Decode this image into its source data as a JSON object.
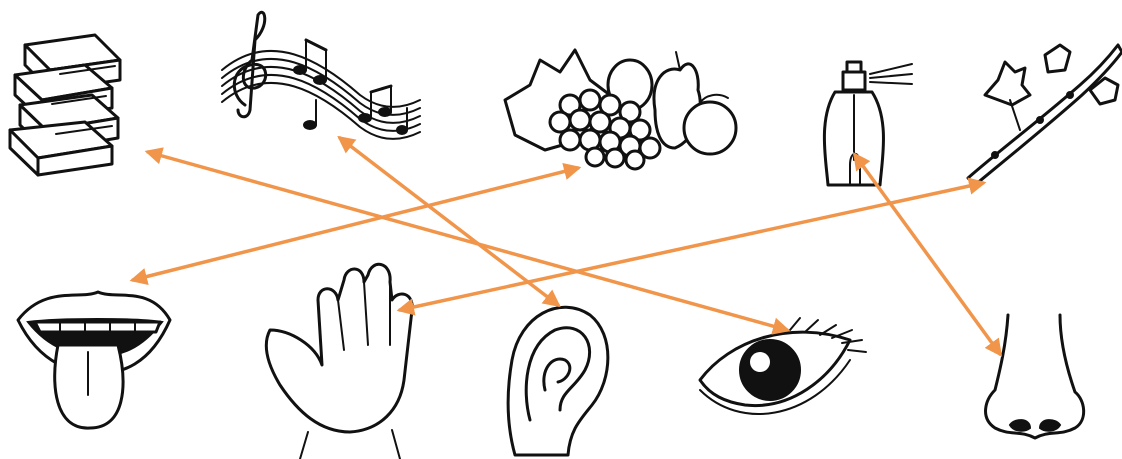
{
  "arrow_color": "#F0954A",
  "pictures": [
    {
      "id": "books",
      "icon": "books-icon"
    },
    {
      "id": "music",
      "icon": "music-notes-icon"
    },
    {
      "id": "fruit",
      "icon": "fruit-basket-icon"
    },
    {
      "id": "perfume",
      "icon": "perfume-bottle-icon"
    },
    {
      "id": "branch",
      "icon": "tree-branch-icon"
    },
    {
      "id": "mouth",
      "icon": "mouth-tongue-icon"
    },
    {
      "id": "hand",
      "icon": "hand-icon"
    },
    {
      "id": "ear",
      "icon": "ear-icon"
    },
    {
      "id": "eye",
      "icon": "eye-icon"
    },
    {
      "id": "nose",
      "icon": "nose-icon"
    }
  ],
  "connections": [
    {
      "from": "books",
      "to": "eye",
      "sense": "sight"
    },
    {
      "from": "music",
      "to": "ear",
      "sense": "hearing"
    },
    {
      "from": "fruit",
      "to": "mouth",
      "sense": "taste"
    },
    {
      "from": "perfume",
      "to": "nose",
      "sense": "smell"
    },
    {
      "from": "branch",
      "to": "hand",
      "sense": "touch"
    }
  ]
}
